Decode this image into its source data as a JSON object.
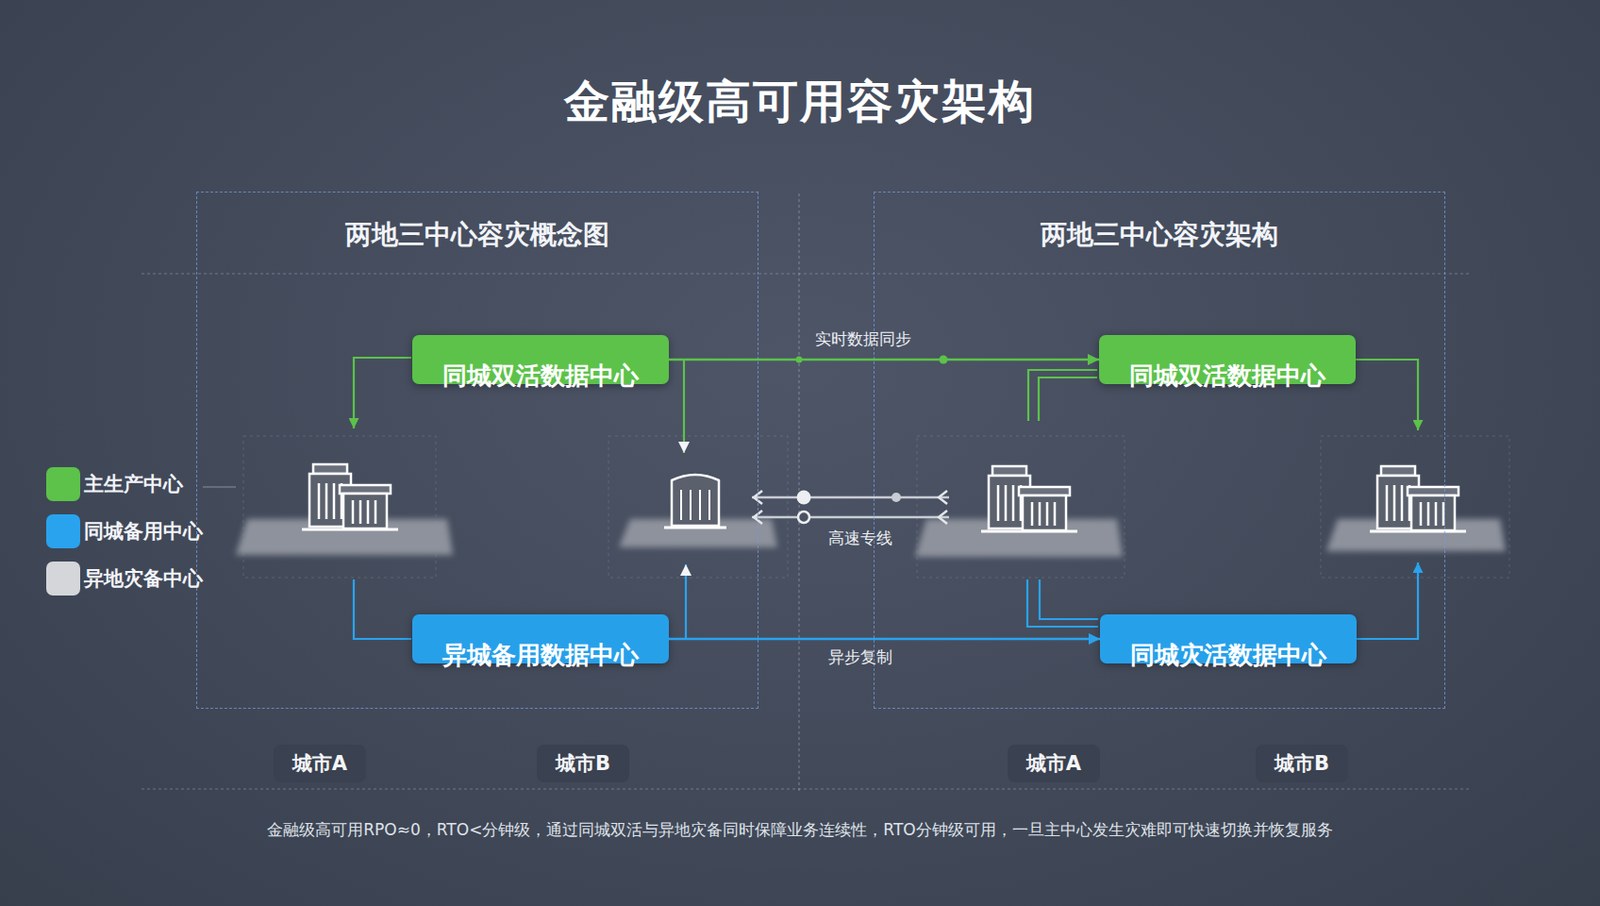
{
  "diagram": {
    "title": "金融级高可用容灾架构",
    "caption": "金融级高可用RPO≈0，RTO<分钟级，通过同城双活与异地灾备同时保障业务连续性，RTO分钟级可用，一旦主中心发生灾难即可快速切换并恢复服务",
    "nodes": [
      {
        "text": [
          "两地三中心容灾概念图"
        ]
      },
      {
        "text": [
          "同城双活数据中心"
        ],
        "in": 0
      },
      {
        "text": [
          "异城备用数据中心"
        ],
        "in": 0
      },
      {
        "text": [
          "两地三中心容灾架构"
        ]
      },
      {
        "text": [
          "同城双活数据中心"
        ],
        "in": 3
      },
      {
        "text": [
          "同城灾活数据中心"
        ],
        "in": 3
      },
      {
        "text": [
          "城市A"
        ]
      },
      {
        "text": [
          "城市B"
        ]
      },
      {
        "text": [
          "城市A"
        ]
      },
      {
        "text": [
          "城市B"
        ]
      }
    ],
    "edges": [
      {
        "from": 1,
        "to": 4,
        "arrow": "to",
        "label": "实时数据同步"
      },
      {
        "from": 2,
        "to": 5,
        "arrow": "to",
        "label": "异步复制"
      }
    ],
    "labels": [
      "高速专线"
    ],
    "legend": [
      {
        "text": "主生产中心",
        "color": "#5cc24a"
      },
      {
        "text": "同城备用中心",
        "color": "#29a3ee"
      },
      {
        "text": "异地灾备中心",
        "color": "#d4d6da"
      }
    ]
  }
}
